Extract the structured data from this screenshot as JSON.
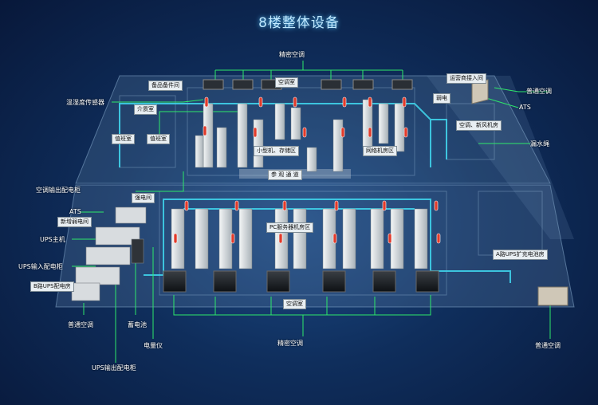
{
  "title": "8楼整体设备",
  "labels": {
    "precision_ac_top": "精密空调",
    "precision_ac_bottom": "精密空调",
    "general_ac_tr": "普通空调",
    "general_ac_bl": "普通空调",
    "general_ac_br": "普通空调",
    "ats_right": "ATS",
    "ats_left": "ATS",
    "leak_rope": "漏水绳",
    "temp_sensor": "温湿度传感器",
    "ac_output_cabinet": "空调输出配电柜",
    "ups_host": "UPS主机",
    "ups_input_cabinet": "UPS输入配电柜",
    "battery": "蓄电池",
    "power_meter": "电量仪",
    "ups_output_cabinet": "UPS输出配电柜"
  },
  "room_tags": {
    "spare_parts": "备品备件间",
    "ac_room_top": "空调室",
    "intro_room": "介质室",
    "duty_room_a": "值班室",
    "duty_room_b": "值班室",
    "operator_room": "运营商接入间",
    "weak_current": "弱电",
    "ac_fresh_air": "空调、新风机房",
    "small_machine": "小型机、存储区",
    "network_zone": "网络机房区",
    "visit_path": "参 观 通 道",
    "power_room": "强电间",
    "new_weak_room": "新增弱电间",
    "pc_server_zone": "PC服务器机房区",
    "ups_room_a": "A路UPS扩充电池房",
    "ups_room_b": "B路UPS配电房",
    "ac_room_bottom": "空调室"
  },
  "colors": {
    "pipe": "#3fd2ea",
    "leader": "#2ee86a",
    "floor": "#6f8fb3",
    "rack": "#d9dde0",
    "sensor": "#e23b2b"
  }
}
